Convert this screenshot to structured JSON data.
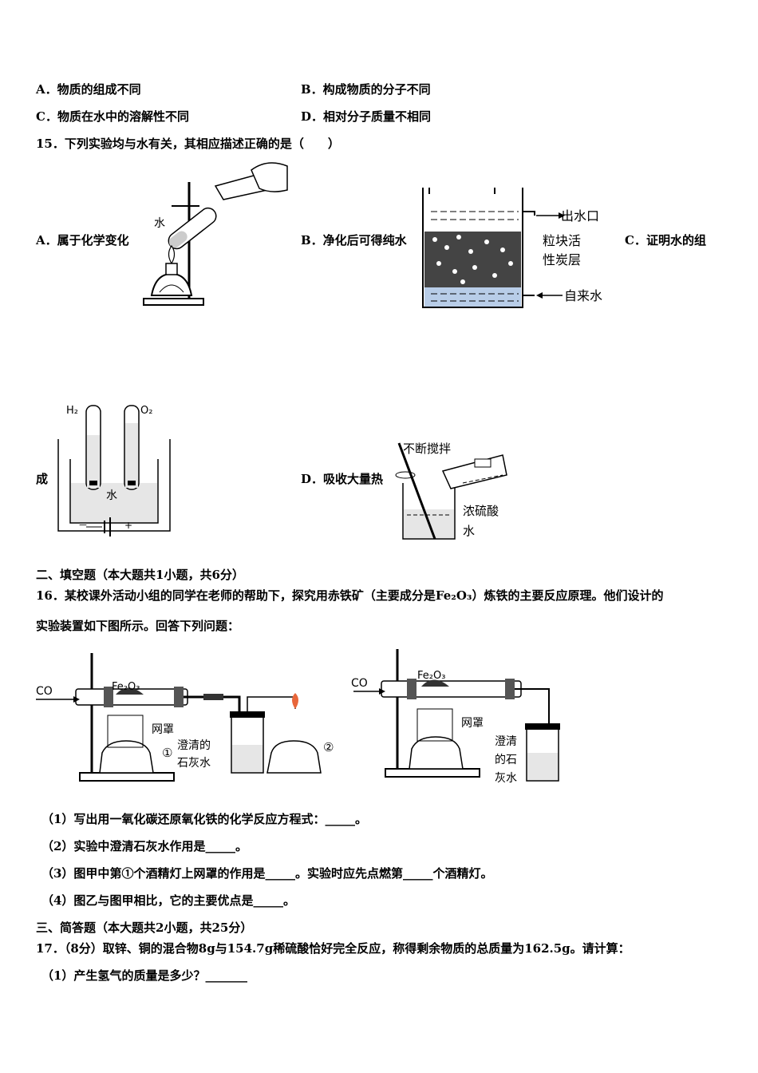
{
  "q14": {
    "a": "A．物质的组成不同",
    "b": "B．构成物质的分子不同",
    "c": "C．物质在水中的溶解性不同",
    "d": "D．相对分子质量不相同"
  },
  "q15": {
    "stem": "15．下列实验均与水有关，其相应描述正确的是（　　）",
    "a": "A．属于化学变化",
    "b": "B．净化后可得纯水",
    "c": "C．证明水的组",
    "c_cont": "成",
    "d": "D．吸收大量热",
    "fig_a": {
      "water": "水"
    },
    "fig_b": {
      "outlet": "出水口",
      "layer1": "粒块活",
      "layer2": "性炭层",
      "inlet": "自来水"
    },
    "fig_c": {
      "h2": "H₂",
      "o2": "O₂",
      "water": "水",
      "minus": "－",
      "plus": "+"
    },
    "fig_d": {
      "stir": "不断搅拌",
      "acid": "浓硫酸",
      "water": "水"
    }
  },
  "section2": {
    "heading": "二、填空题（本大题共1小题，共6分）",
    "q16_line1": "16．某校课外活动小组的同学在老师的帮助下，探究用赤铁矿（主要成分是Fe₂O₃）炼铁的主要反应原理。他们设计的",
    "q16_line2": "实验装置如下图所示。回答下列问题：",
    "fig_left": {
      "co": "CO",
      "fe2o3": "Fe₂O₃",
      "net": "网罩",
      "lime1": "澄清的",
      "lime2": "石灰水",
      "mark1": "①",
      "mark2": "②"
    },
    "fig_right": {
      "co": "CO",
      "fe2o3": "Fe₂O₃",
      "net": "网罩",
      "lime1": "澄清",
      "lime2": "的石",
      "lime3": "灰水"
    },
    "s1": "（1）写出用一氧化碳还原氧化铁的化学反应方程式：_____。",
    "s2": "（2）实验中澄清石灰水作用是_____。",
    "s3": "（3）图甲中第①个酒精灯上网罩的作用是_____。实验时应先点燃第_____个酒精灯。",
    "s4": "（4）图乙与图甲相比，它的主要优点是_____。"
  },
  "section3": {
    "heading": "三、简答题（本大题共2小题，共25分）",
    "q17": "17．（8分）取锌、铜的混合物8g与154.7g稀硫酸恰好完全反应，称得剩余物质的总质量为162.5g。请计算：",
    "q17_1": "（1）产生氢气的质量是多少？_______"
  }
}
